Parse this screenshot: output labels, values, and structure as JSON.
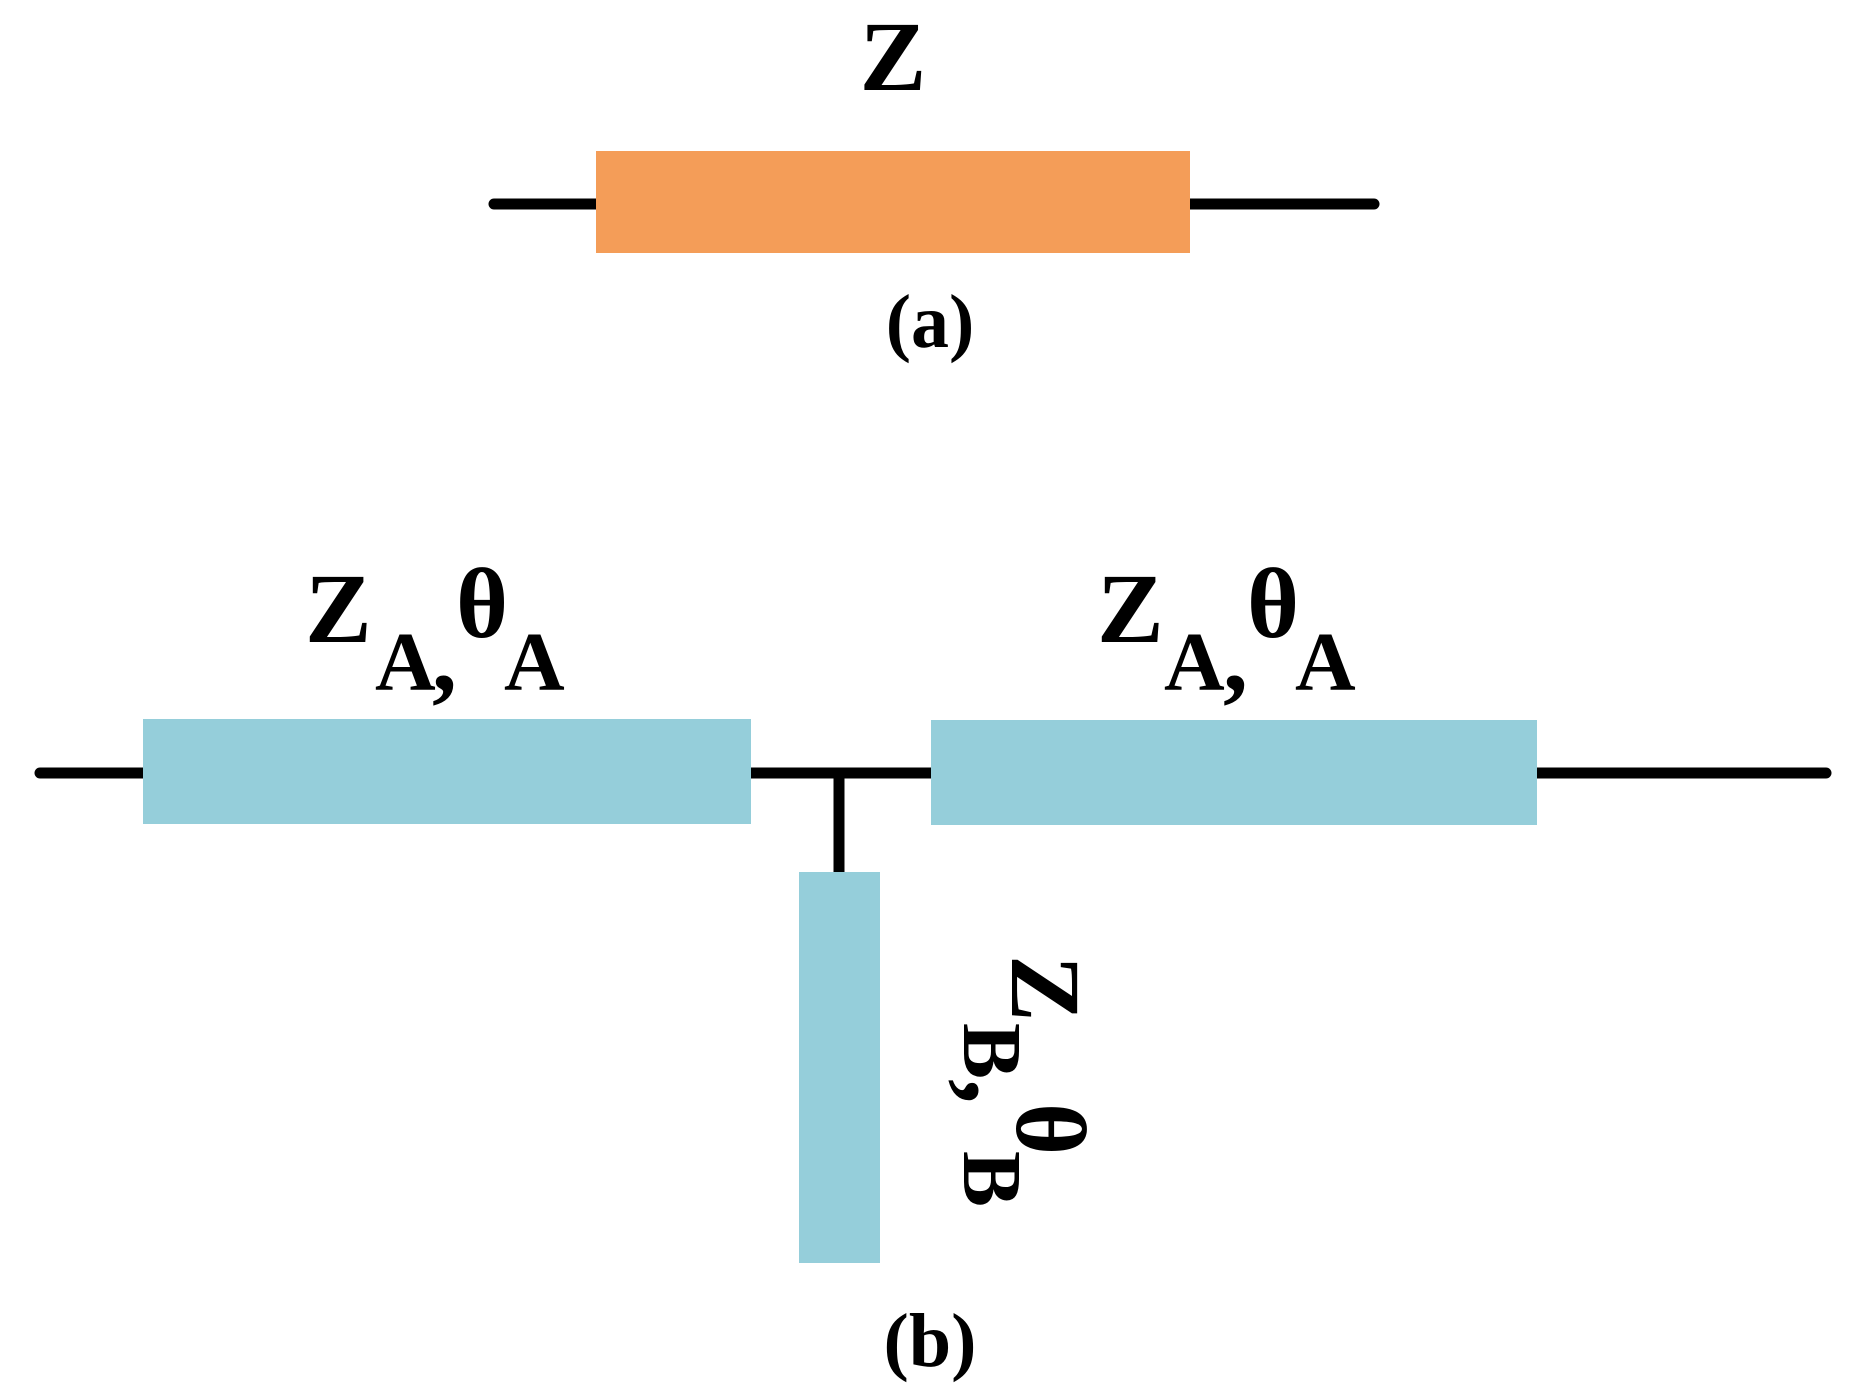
{
  "colors": {
    "line": "#000000",
    "single_line": "#f49d58",
    "stub_lines": "#95ceda",
    "background": "#ffffff"
  },
  "diagram_a": {
    "line_label": "Z",
    "caption": "(a)"
  },
  "diagram_b": {
    "left_line": {
      "z": "Z",
      "z_sub": "A",
      "sep": ",",
      "theta": "θ",
      "theta_sub": "A"
    },
    "right_line": {
      "z": "Z",
      "z_sub": "A",
      "sep": ",",
      "theta": "θ",
      "theta_sub": "A"
    },
    "stub": {
      "z": "Z",
      "z_sub": "B",
      "sep": ",",
      "theta": "θ",
      "theta_sub": "B"
    },
    "caption": "(b)"
  }
}
